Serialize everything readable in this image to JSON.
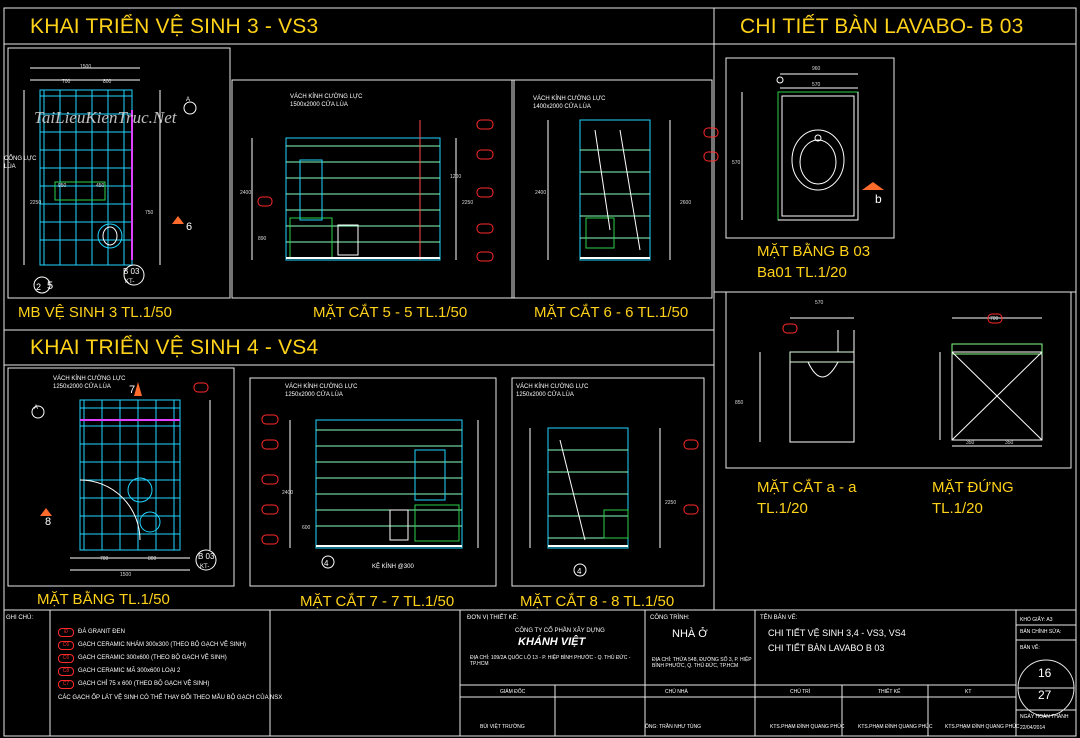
{
  "sections": {
    "vs3_title": "KHAI TRIỂN VỆ SINH 3 - VS3",
    "vs4_title": "KHAI TRIỂN VỆ SINH 4 - VS4",
    "lavabo_title": "CHI TIẾT BÀN LAVABO- B 03"
  },
  "watermark": "TaiLieuKienTruc.Net",
  "views": {
    "mb_vs3": "MB VỆ SINH 3 TL.1/50",
    "cut55": "MẶT CẮT 5 - 5 TL.1/50",
    "cut66": "MẶT CẮT 6 - 6 TL.1/50",
    "mb_vs4": "MẶT BẰNG TL.1/50",
    "cut77": "MẶT CẮT 7 - 7 TL.1/50",
    "cut88": "MẶT CẮT 8 - 8 TL.1/50",
    "plan_b03_l1": "MẶT BẰNG B 03",
    "plan_b03_l2": "Ba01 TL.1/20",
    "cut_aa_l1": "MẶT CẮT a - a",
    "cut_aa_l2": "TL.1/20",
    "elev_l1": "MẶT ĐỨNG",
    "elev_l2": "TL.1/20"
  },
  "annotations": {
    "glass_vs3_55": "VÁCH KÍNH CƯỜNG LỰC",
    "glass_vs3_55_size": "1500x2000 CỬA LÙA",
    "glass_vs3_66": "VÁCH KÍNH CƯỜNG LỰC",
    "glass_vs3_66_size": "1400x2000 CỬA LÙA",
    "glass_vs4_plan": "VÁCH KÍNH CƯỜNG LỰC",
    "glass_vs4_plan_size": "1250x2000 CỬA LÙA",
    "glass_vs4_77": "VÁCH KÍNH CƯỜNG LỰC",
    "glass_vs4_77_size": "1250x2000 CỬA LÙA",
    "glass_vs4_88": "VÁCH KÍNH CƯỜNG LỰC",
    "glass_vs4_88_size": "1250x2000 CỬA LÙA",
    "shelf": "KỆ KÍNH @300",
    "b03_tag": "B 03",
    "kt_tag": "KT-",
    "grid_a": "A",
    "grid_2": "2",
    "num_5": "5",
    "num_6": "6",
    "num_7": "7",
    "num_8": "8",
    "num_4": "4",
    "label_b": "b",
    "label_a": "a",
    "side_label": "CỔNG LỰC",
    "side_label2": "LÙA"
  },
  "legend": {
    "header": "GHI CHÚ:",
    "items": [
      {
        "code": "Đ",
        "text": "ĐÁ GRANIT ĐEN"
      },
      {
        "code": "C6",
        "text": "GẠCH CERAMIC NHÁM 300x300 (THEO BỘ GẠCH VỆ SINH)"
      },
      {
        "code": "C6",
        "text": "GẠCH CERAMIC 300x600 (THEO BỘ GẠCH VỆ SINH)"
      },
      {
        "code": "C8",
        "text": "GẠCH CERAMIC MÃ 300x600 LOẠI 2"
      },
      {
        "code": "C7",
        "text": "GẠCH CHỈ 75 x 600 (THEO BỘ GẠCH VỆ SINH)"
      }
    ],
    "footer": "CÁC GẠCH ỐP LÁT VỆ SINH CÓ THỂ THAY ĐỔI THEO MẪU BỘ GẠCH CỦA NSX"
  },
  "titleblock": {
    "designer_label": "ĐƠN VỊ THIẾT KẾ:",
    "company_line": "CÔNG TY CỔ PHẦN XÂY DỰNG",
    "company_name": "KHÁNH VIỆT",
    "company_addr": "ĐỊA CHỈ: 109/2A QUỐC LỘ 13 - P. HIỆP BÌNH PHƯỚC - Q. THỦ ĐỨC - TP.HCM",
    "project_label": "CÔNG TRÌNH:",
    "project_name": "NHÀ Ở",
    "project_addr": "ĐỊA CHỈ: THỬA 548, ĐƯỜNG SỐ 3, P. HIỆP BÌNH PHƯỚC, Q. THỦ ĐỨC, TP.HCM",
    "drawing_label": "TÊN BẢN VẼ:",
    "drawing_l1": "CHI TIẾT VỆ SINH 3,4 - VS3, VS4",
    "drawing_l2": "CHI TIẾT BÀN LAVABO B 03",
    "paper_label": "KHỔ GIẤY: A3",
    "edit_label": "BẢN CHỈNH SỬA:",
    "sheet_label": "BẢN VẼ:",
    "sheet_no": "16",
    "sheet_total": "27",
    "date_label": "NGÀY HOÀN THÀNH",
    "date_value": "22/04/2014",
    "roles": [
      "GIÁM ĐỐC",
      "CHỦ NHÀ",
      "CHỦ TRÌ",
      "THIẾT KẾ",
      "KT"
    ],
    "names": [
      "BÙI VIỆT TRƯỜNG",
      "ÔNG: TRẦN NHƯ TÙNG",
      "KTS.PHẠM ĐÌNH QUANG PHÚC",
      "KTS.PHẠM ĐÌNH QUANG PHÚC",
      "KTS.PHẠM ĐÌNH QUANG PHÚC"
    ]
  },
  "dimensions": {
    "plan3_top": "1500",
    "plan3_a": "700",
    "plan3_b": "800",
    "plan3_c": "950",
    "plan3_d": "450",
    "plan3_e": "750",
    "plan3_f": "2250",
    "h2400": "2400",
    "h2400b": "2400",
    "h2600": "2600",
    "h2250": "2250",
    "h1200": "1200",
    "h890": "890",
    "h600": "600",
    "b03_w": "960",
    "b03_w2": "570",
    "b03_d": "570",
    "aa_w": "570",
    "aa_h": "850",
    "el_w": "700",
    "el_a": "350",
    "el_b": "350",
    "plan4_a": "700",
    "plan4_b": "800",
    "plan4_c": "1500"
  },
  "colors": {
    "title": "#ffd21a",
    "tag_red": "#ff2a2a",
    "wall_cyan": "#21d4ff",
    "dim_white": "#ffffff",
    "green": "#2bd14a",
    "magenta": "#e040ff",
    "orange": "#ff6b2b"
  }
}
